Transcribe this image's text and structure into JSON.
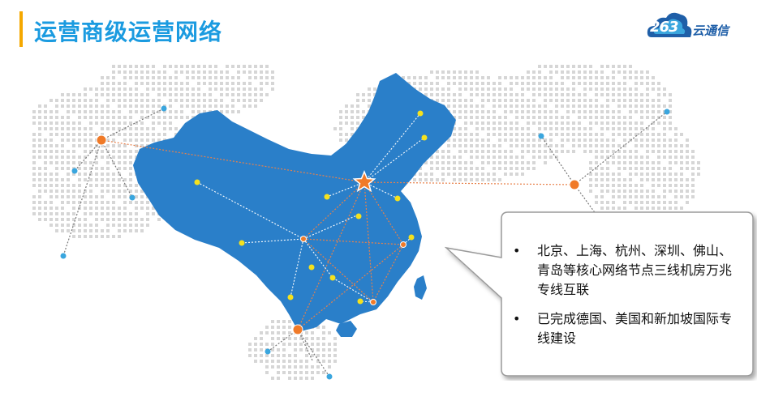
{
  "header": {
    "title": "运营商级运营网络",
    "accent_color": "#f5a800",
    "title_color": "#1b9be0"
  },
  "logo": {
    "number": "263",
    "text": "云通信",
    "icon": "cloud-icon",
    "color": "#1f5fa8"
  },
  "map": {
    "land_color": "#2a7fc9",
    "hub_color": "#f07a28",
    "node_color": "#f4e11e",
    "overseas_node_color": "#3aa6de",
    "dot_color": "#d6d6d6",
    "core_icon": "star-icon"
  },
  "callout": {
    "bullets": [
      "北京、上海、杭州、深圳、佛山、青岛等核心网络节点三线机房万兆专线互联",
      "已完成德国、美国和新加坡国际专线建设"
    ],
    "bullet_glyph": "•"
  }
}
